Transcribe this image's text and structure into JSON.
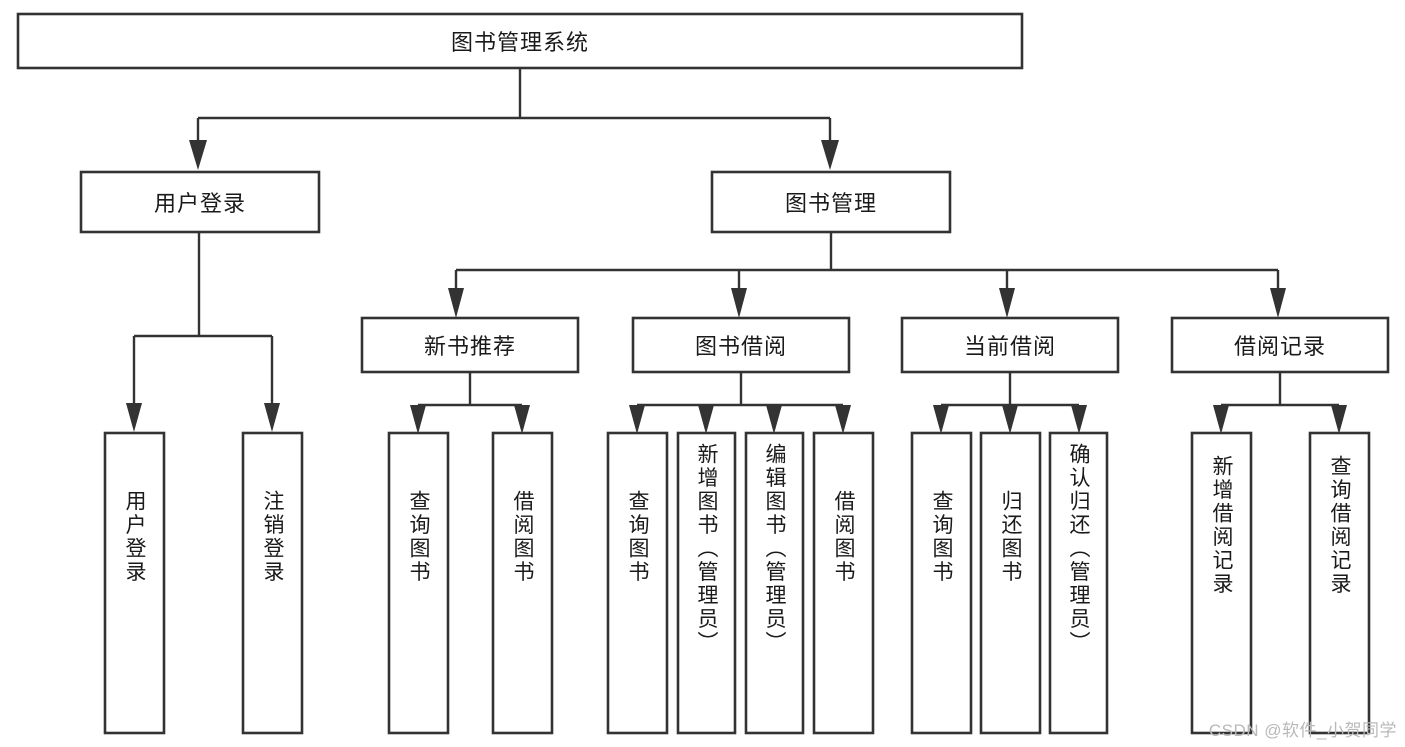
{
  "diagram": {
    "type": "tree",
    "title": "图书管理系统",
    "watermark": "CSDN @软件_小贺同学",
    "root": {
      "id": "root",
      "label": "图书管理系统",
      "orientation": "horizontal"
    },
    "level1": [
      {
        "id": "user-login",
        "label": "用户登录",
        "orientation": "horizontal"
      },
      {
        "id": "book-management",
        "label": "图书管理",
        "orientation": "horizontal"
      }
    ],
    "level2": [
      {
        "id": "new-book-recommend",
        "label": "新书推荐",
        "parent": "book-management",
        "orientation": "horizontal"
      },
      {
        "id": "book-borrow",
        "label": "图书借阅",
        "parent": "book-management",
        "orientation": "horizontal"
      },
      {
        "id": "current-borrow",
        "label": "当前借阅",
        "parent": "book-management",
        "orientation": "horizontal"
      },
      {
        "id": "borrow-record",
        "label": "借阅记录",
        "parent": "book-management",
        "orientation": "horizontal"
      }
    ],
    "leaves": [
      {
        "id": "leaf-user-login",
        "label": "用户登录",
        "parent": "user-login",
        "orientation": "vertical"
      },
      {
        "id": "leaf-user-logout",
        "label": "注销登录",
        "parent": "user-login",
        "orientation": "vertical"
      },
      {
        "id": "leaf-query-book-1",
        "label": "查询图书",
        "parent": "new-book-recommend",
        "orientation": "vertical"
      },
      {
        "id": "leaf-borrow-book-1",
        "label": "借阅图书",
        "parent": "new-book-recommend",
        "orientation": "vertical"
      },
      {
        "id": "leaf-query-book-2",
        "label": "查询图书",
        "parent": "book-borrow",
        "orientation": "vertical"
      },
      {
        "id": "leaf-add-book",
        "label": "新增图书（管理员）",
        "parent": "book-borrow",
        "orientation": "vertical"
      },
      {
        "id": "leaf-edit-book",
        "label": "编辑图书（管理员）",
        "parent": "book-borrow",
        "orientation": "vertical"
      },
      {
        "id": "leaf-borrow-book-2",
        "label": "借阅图书",
        "parent": "book-borrow",
        "orientation": "vertical"
      },
      {
        "id": "leaf-query-book-3",
        "label": "查询图书",
        "parent": "current-borrow",
        "orientation": "vertical"
      },
      {
        "id": "leaf-return-book",
        "label": "归还图书",
        "parent": "current-borrow",
        "orientation": "vertical"
      },
      {
        "id": "leaf-confirm-return",
        "label": "确认归还（管理员）",
        "parent": "current-borrow",
        "orientation": "vertical"
      },
      {
        "id": "leaf-add-record",
        "label": "新增借阅记录",
        "parent": "borrow-record",
        "orientation": "vertical"
      },
      {
        "id": "leaf-query-record",
        "label": "查询借阅记录",
        "parent": "borrow-record",
        "orientation": "vertical"
      }
    ],
    "colors": {
      "stroke": "#333333",
      "fill": "#ffffff",
      "text": "#1a1a1a",
      "watermark": "#b9b9b9",
      "background": "#ffffff"
    }
  }
}
